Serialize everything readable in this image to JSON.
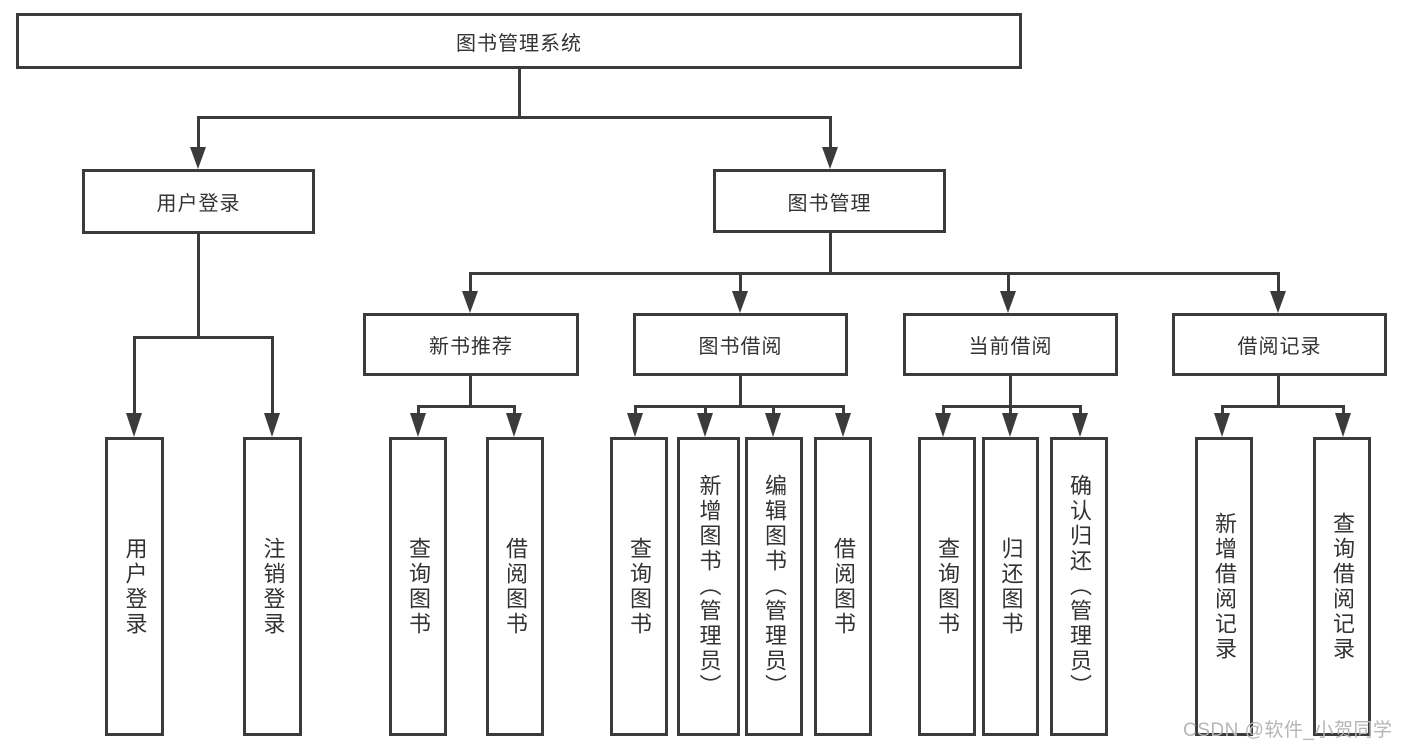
{
  "title": "图书管理系统",
  "level2": {
    "user_login": "用户登录",
    "book_management": "图书管理"
  },
  "level3": {
    "new_book_recommend": "新书推荐",
    "book_borrow": "图书借阅",
    "current_borrow": "当前借阅",
    "borrow_records": "借阅记录"
  },
  "leaves": {
    "user_login_branch": {
      "login": "用户登录",
      "logout": "注销登录"
    },
    "new_book_branch": {
      "query": "查询图书",
      "borrow": "借阅图书"
    },
    "book_borrow_branch": {
      "query": "查询图书",
      "add": "新增图书（管理员）",
      "edit": "编辑图书（管理员）",
      "borrow": "借阅图书"
    },
    "current_borrow_branch": {
      "query": "查询图书",
      "return": "归还图书",
      "confirm": "确认归还（管理员）"
    },
    "records_branch": {
      "add": "新增借阅记录",
      "query": "查询借阅记录"
    }
  },
  "watermark": "CSDN @软件_小贺同学",
  "colors": {
    "line": "#3b3b3b",
    "text": "#333333",
    "watermark": "#b6b6b6",
    "background": "#ffffff"
  }
}
